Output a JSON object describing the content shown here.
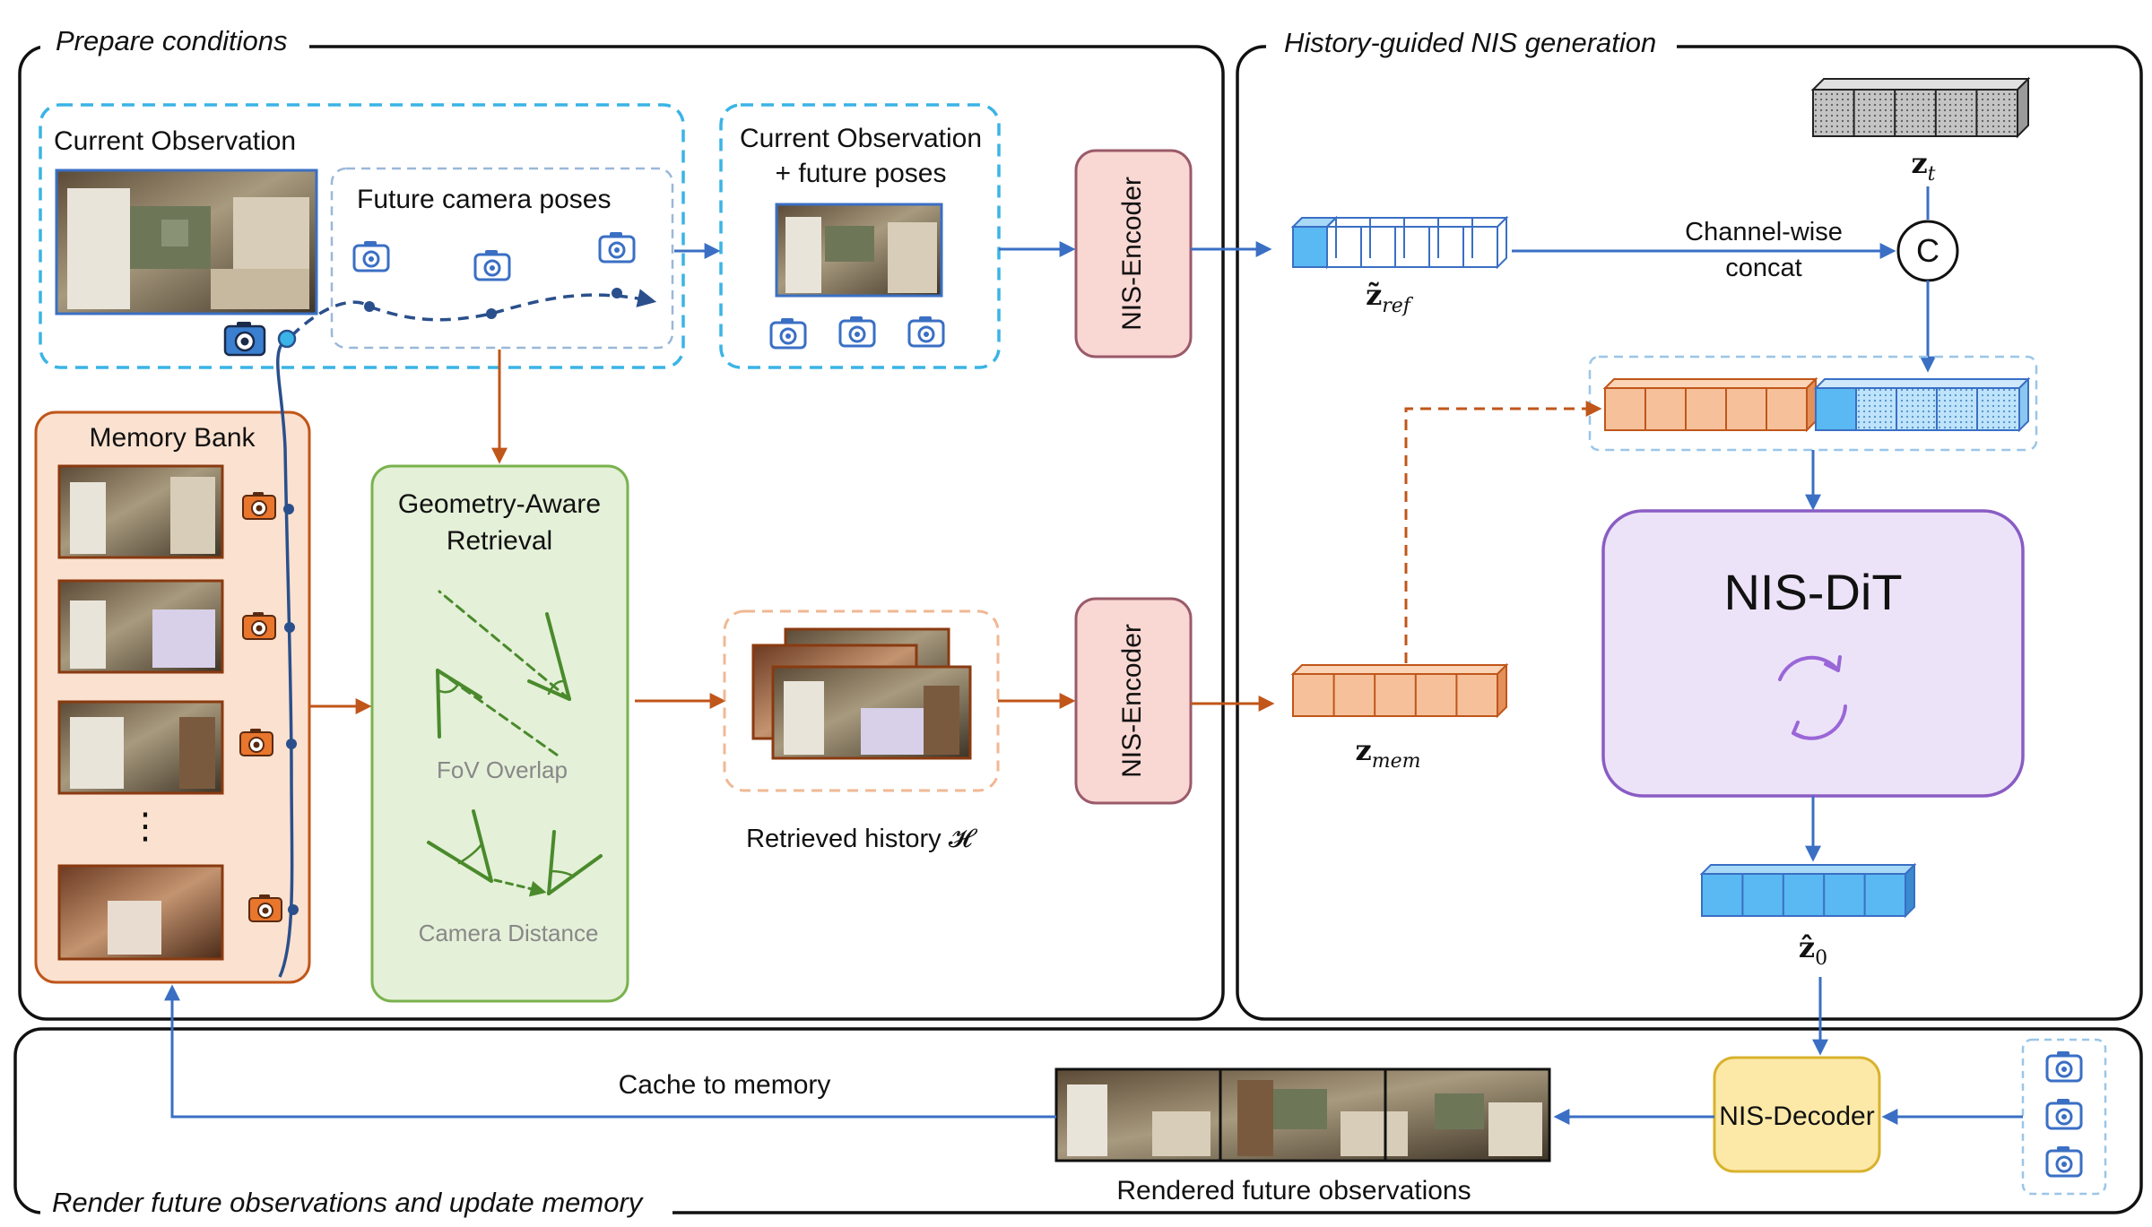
{
  "sections": {
    "prepare": "Prepare conditions",
    "history": "History-guided NIS generation",
    "render": "Render future observations and update memory"
  },
  "labels": {
    "current_obs": "Current Observation",
    "future_poses": "Future camera poses",
    "current_obs_future_1": "Current Observation",
    "current_obs_future_2": "+ future poses",
    "memory_bank": "Memory Bank",
    "geo_retrieval_1": "Geometry-Aware",
    "geo_retrieval_2": "Retrieval",
    "fov_overlap": "FoV Overlap",
    "camera_distance": "Camera Distance",
    "retrieved_history": "Retrieved history 𝓗",
    "nis_encoder_top": "NIS-Encoder",
    "nis_encoder_bottom": "NIS-Encoder",
    "channel_concat_1": "Channel-wise",
    "channel_concat_2": "concat",
    "concat_symbol": "C",
    "nis_dit": "NIS-DiT",
    "nis_decoder": "NIS-Decoder",
    "cache_to_memory": "Cache to memory",
    "rendered_future": "Rendered future observations",
    "ellipsis": "⋮"
  },
  "latents": {
    "z_t_base": "z",
    "z_t_sub": "t",
    "z_ref_base": "z̃",
    "z_ref_sub": "ref",
    "z_mem_base": "z",
    "z_mem_sub": "mem",
    "z0_base": "ẑ",
    "z0_sub": "0"
  },
  "colors": {
    "blue": "#3a6fc4",
    "light_blue": "#3ab4e6",
    "orange": "#c0561a",
    "encoder_fill": "#f9d7d2",
    "retrieval_fill": "#e4f0d8",
    "retrieval_stroke": "#7ab24e",
    "memory_fill": "#fbe1cf",
    "dit_fill": "#ece3f8",
    "dit_stroke": "#8a5cc4",
    "decoder_fill": "#fde9a7",
    "decoder_stroke": "#d8b22e",
    "latent_blue": "#5ab8f2",
    "latent_orange": "#f6c19a",
    "geometry_green": "#4a8a2c"
  }
}
